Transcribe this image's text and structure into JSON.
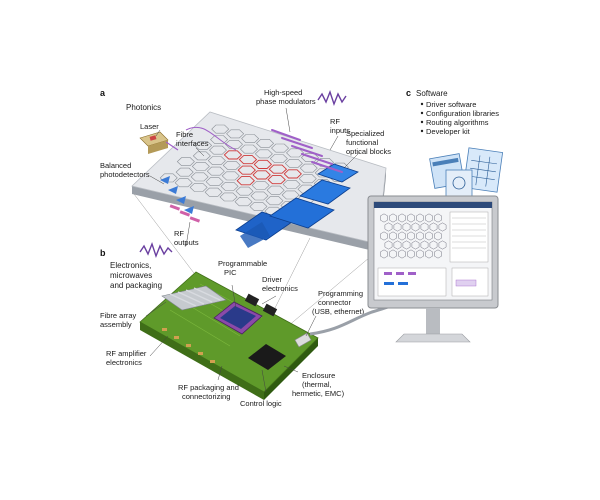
{
  "panel_a": {
    "letter": "a",
    "section": "Photonics",
    "labels": {
      "laser": "Laser",
      "fibre_interfaces": [
        "Fibre",
        "interfaces"
      ],
      "balanced_photodetectors": [
        "Balanced",
        "photodetectors"
      ],
      "high_speed_modulators": [
        "High-speed",
        "phase modulators"
      ],
      "rf_inputs": [
        "RF",
        "inputs"
      ],
      "specialized_blocks": [
        "Specialized",
        "functional",
        "optical blocks"
      ],
      "rf_outputs": [
        "RF",
        "outputs"
      ]
    }
  },
  "panel_b": {
    "letter": "b",
    "section": [
      "Electronics,",
      "microwaves",
      "and packaging"
    ],
    "labels": {
      "programmable_pic": [
        "Programmable",
        "PIC"
      ],
      "driver_electronics": [
        "Driver",
        "electronics"
      ],
      "fibre_array": [
        "Fibre array",
        "assembly"
      ],
      "rf_amplifier": [
        "RF amplifier",
        "electronics"
      ],
      "rf_packaging": [
        "RF packaging and",
        "connectorizing"
      ],
      "control_logic": "Control logic",
      "programming_connector": [
        "Programming",
        "connector",
        "(USB, ethernet)"
      ],
      "enclosure": [
        "Enclosure",
        "(thermal,",
        "hermetic, EMC)"
      ]
    }
  },
  "panel_c": {
    "letter": "c",
    "title": "Software",
    "items": [
      "Driver software",
      "Configuration libraries",
      "Routing algorithms",
      "Developer kit"
    ]
  },
  "colors": {
    "chip_top": "#e6e8ec",
    "chip_side": "#9aa0a8",
    "hex_line": "#8a8f96",
    "hex_red": "#d03a3a",
    "block_blue": "#1f63c8",
    "modulator_purple": "#a060c8",
    "pcb_green": "#5f9a2a",
    "pcb_dark": "#3f6e18",
    "monitor": "#c8cace"
  },
  "icons": [
    "laser-icon",
    "rf-wave-icon",
    "computer-monitor-icon",
    "software-window-icon"
  ]
}
